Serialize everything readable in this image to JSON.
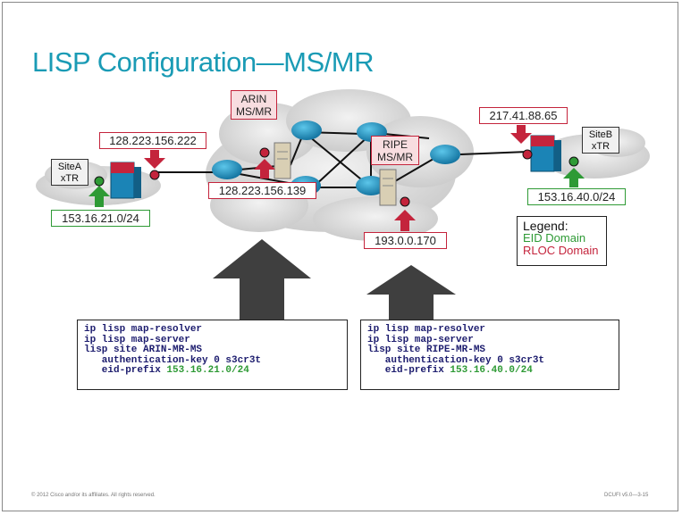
{
  "title": "LISP Configuration—MS/MR",
  "labels": {
    "arin": [
      "ARIN",
      "MS/MR"
    ],
    "ripe": [
      "RIPE",
      "MS/MR"
    ],
    "siteA": [
      "SiteA",
      "xTR"
    ],
    "siteB": [
      "SiteB",
      "xTR"
    ]
  },
  "rloc_addresses": {
    "siteA_rloc": "128.223.156.222",
    "arin_rloc": "128.223.156.139",
    "ripe_rloc": "193.0.0.170",
    "siteB_rloc": "217.41.88.65"
  },
  "eid_prefixes": {
    "siteA": "153.16.21.0/24",
    "siteB": "153.16.40.0/24"
  },
  "legend": {
    "title": "Legend:",
    "eid": "EID Domain",
    "rloc": "RLOC Domain"
  },
  "config_arin": {
    "line1": "ip lisp map-resolver",
    "line2": "ip lisp map-server",
    "line3": "lisp site ARIN-MR-MS",
    "line4": "   authentication-key 0 s3cr3t",
    "line5_prefix": "   eid-prefix ",
    "line5_value": "153.16.21.0/24"
  },
  "config_ripe": {
    "line1": "ip lisp map-resolver",
    "line2": "ip lisp map-server",
    "line3": "lisp site RIPE-MR-MS",
    "line4": "   authentication-key 0 s3cr3t",
    "line5_prefix": "   eid-prefix ",
    "line5_value": "153.16.40.0/24"
  },
  "footer": {
    "left": "© 2012 Cisco and/or its affiliates. All rights reserved.",
    "right": "DCUFI v5.0—3-15"
  },
  "colors": {
    "title": "#1a9bb5",
    "rloc": "#c4243c",
    "eid": "#2e9a35",
    "router": "#1a8fc0",
    "cloud": "#d6d6d6"
  }
}
